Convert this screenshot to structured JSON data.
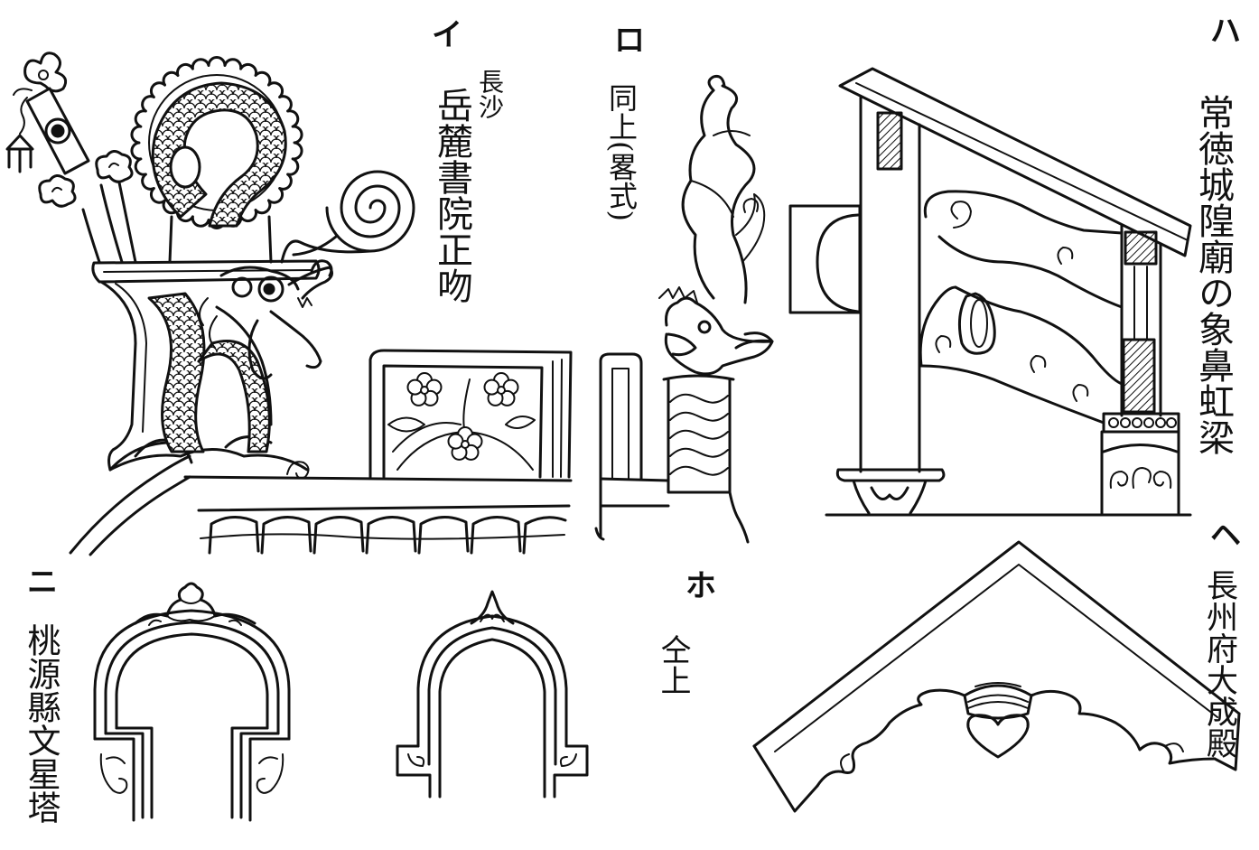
{
  "panels": {
    "i": {
      "label": "イ",
      "caption_sub": "長沙",
      "caption": "岳麓書院正吻"
    },
    "ro": {
      "label": "ロ",
      "caption": "同上(畧式)"
    },
    "ha": {
      "label": "ハ",
      "caption": "常徳城隍廟の象鼻虹梁"
    },
    "ni": {
      "label": "ニ",
      "caption": "桃源縣文星塔"
    },
    "ho": {
      "label": "ホ",
      "caption": "仝上"
    },
    "he": {
      "label": "ヘ",
      "caption": "長州府大成殿"
    }
  },
  "colors": {
    "ink": "#111111",
    "paper": "#ffffff"
  }
}
